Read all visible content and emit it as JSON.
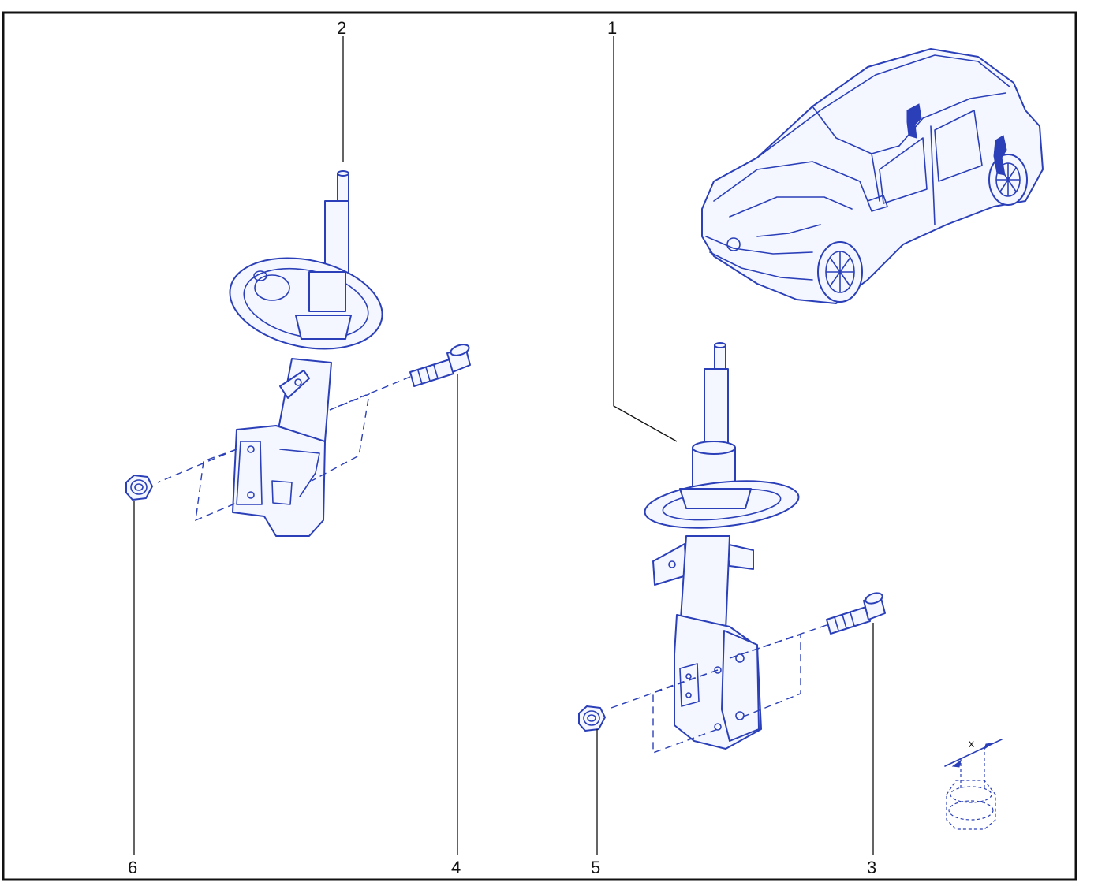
{
  "callouts": {
    "c1": "1",
    "c2": "2",
    "c3": "3",
    "c4": "4",
    "c5": "5",
    "c6": "6"
  },
  "dimension": {
    "label": "x"
  },
  "colors": {
    "line_art": "#2a3fb8",
    "frame": "#111111",
    "background": "#ffffff"
  }
}
